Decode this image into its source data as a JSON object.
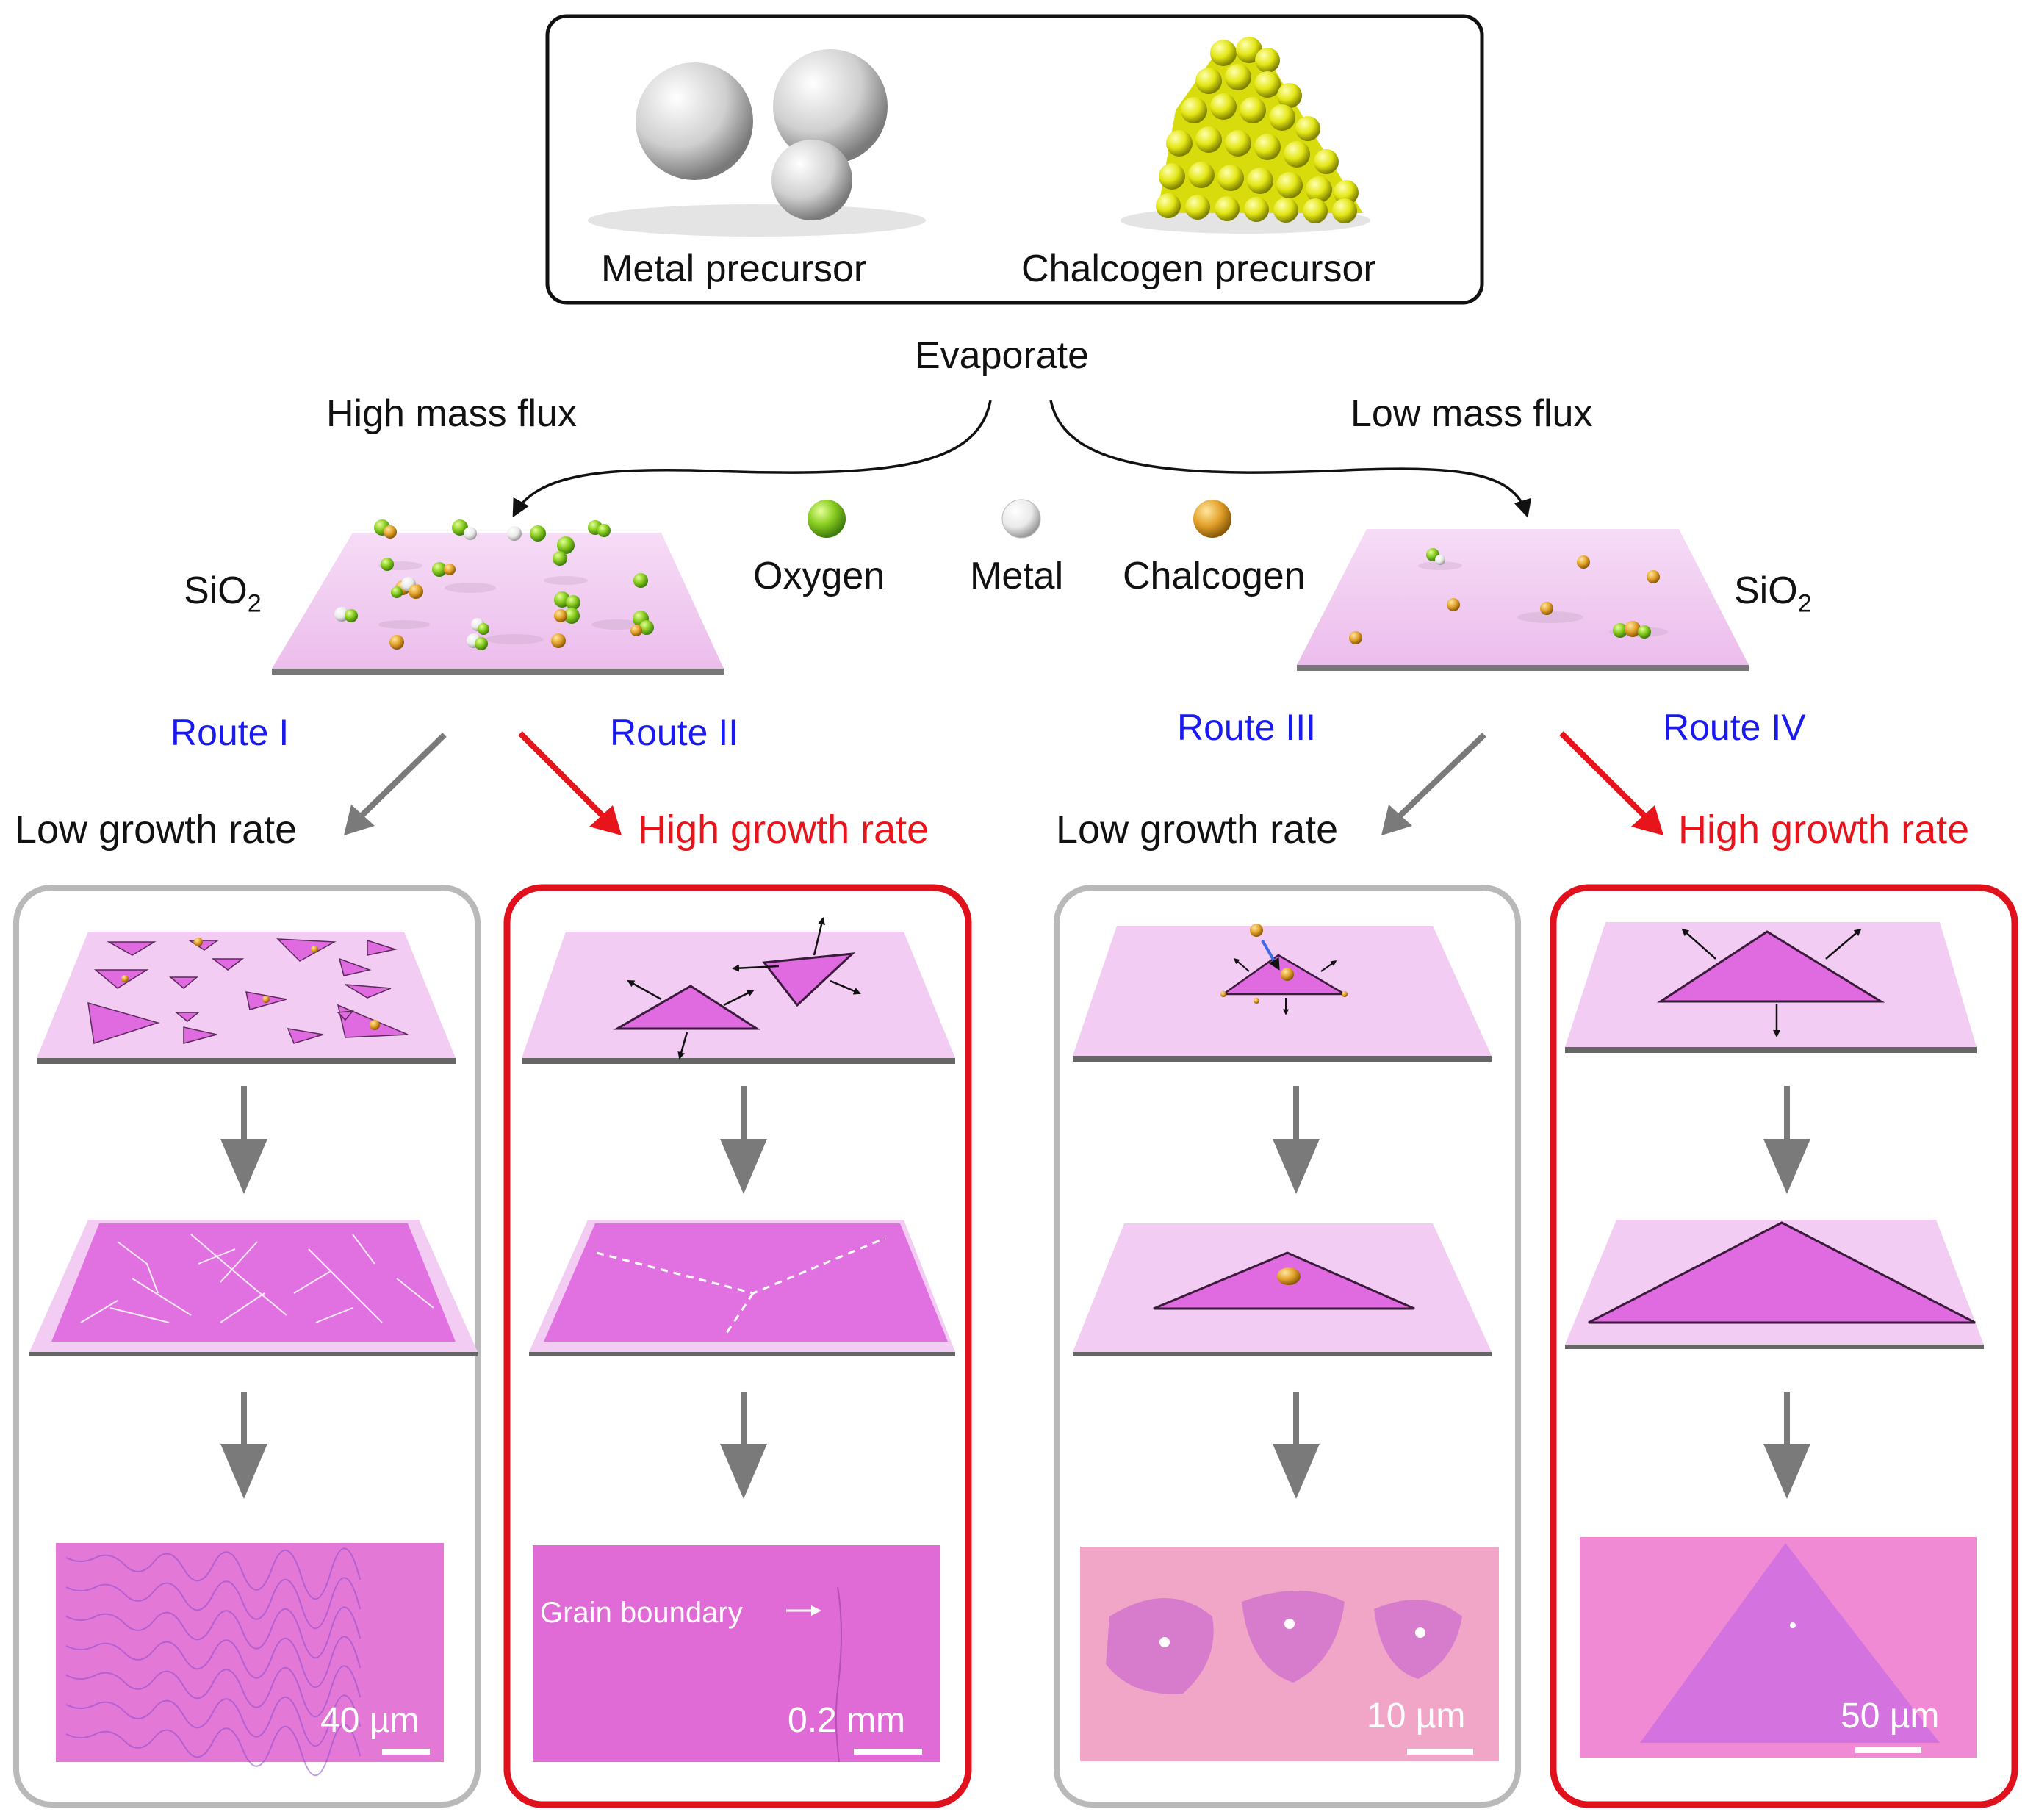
{
  "precursors": {
    "metal_label": "Metal precursor",
    "chalcogen_label": "Chalcogen precursor"
  },
  "evaporate_label": "Evaporate",
  "flux": {
    "high_label": "High mass flux",
    "low_label": "Low mass flux"
  },
  "substrate_label": "SiO",
  "substrate_subscript": "2",
  "legend": {
    "oxygen": "Oxygen",
    "metal": "Metal",
    "chalcogen": "Chalcogen"
  },
  "routes": [
    {
      "name": "Route I",
      "rate": "Low growth rate",
      "scale": "40 µm",
      "color_name": "gray"
    },
    {
      "name": "Route II",
      "rate": "High growth rate",
      "scale": "0.2 mm",
      "color_name": "red"
    },
    {
      "name": "Route III",
      "rate": "Low growth rate",
      "scale": "10 µm",
      "color_name": "gray"
    },
    {
      "name": "Route IV",
      "rate": "High growth rate",
      "scale": "50 µm",
      "color_name": "red"
    }
  ],
  "grain_boundary_label": "Grain boundary",
  "colors": {
    "route_text": "#1a1af0",
    "high_rate": "#e8141c",
    "low_rate": "#111111",
    "gray_box": "#b9b9b9",
    "red_box": "#e0101c",
    "substrate": "#f1c8f1",
    "flake": "#e06ae0",
    "oxygen": "#7cc21f",
    "metal": "#f2f2f2",
    "chalcogen": "#e3a12a",
    "sulfur": "#e7ea14"
  }
}
